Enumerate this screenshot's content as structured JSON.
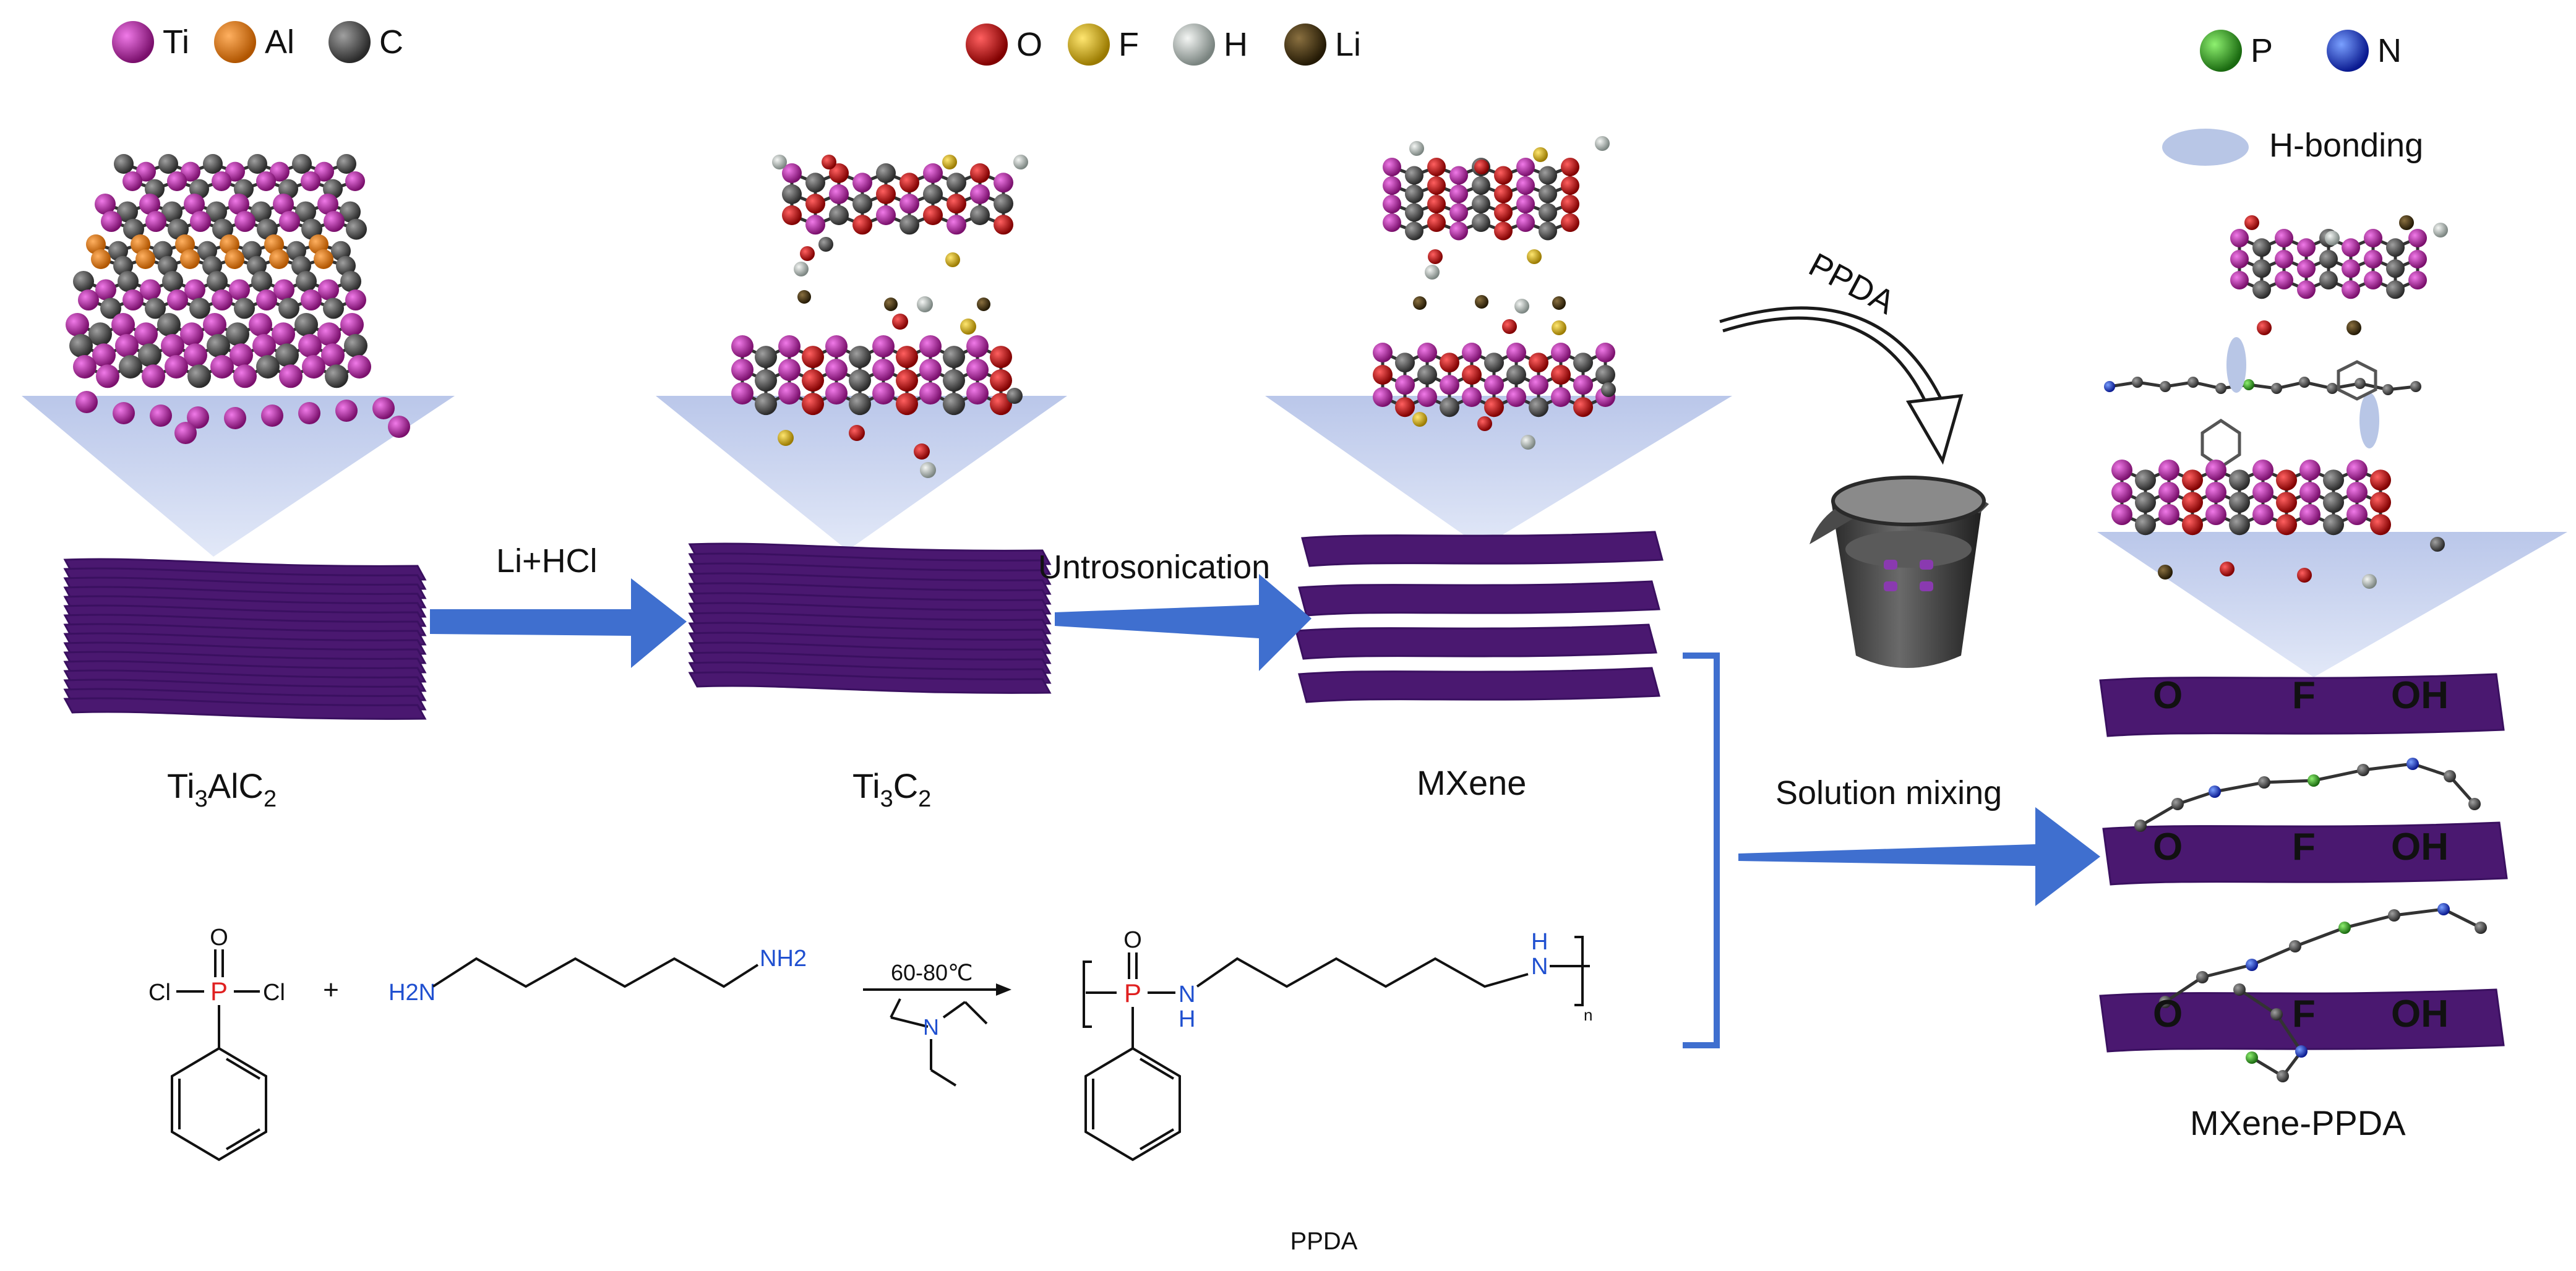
{
  "legend": {
    "group1": [
      {
        "symbol": "Ti",
        "color": "#a0208f"
      },
      {
        "symbol": "Al",
        "color": "#e07810"
      },
      {
        "symbol": "C",
        "color": "#555555"
      }
    ],
    "group2": [
      {
        "symbol": "O",
        "color": "#c01010"
      },
      {
        "symbol": "F",
        "color": "#d8b020"
      },
      {
        "symbol": "H",
        "color": "#b8c0bc"
      },
      {
        "symbol": "Li",
        "color": "#4a3a12"
      }
    ],
    "group3": [
      {
        "symbol": "P",
        "color": "#40a030"
      },
      {
        "symbol": "N",
        "color": "#2040c8"
      }
    ],
    "hbond": {
      "label": "H-bonding",
      "color": "#b8c6e6"
    }
  },
  "stages": {
    "ti3alc2": {
      "base": "Ti",
      "sub1": "3",
      "mid": "AlC",
      "sub2": "2"
    },
    "ti3c2": {
      "base": "Ti",
      "sub1": "3",
      "mid": "C",
      "sub2": "2"
    },
    "mxene": {
      "label": "MXene"
    },
    "mxene_ppda": {
      "label": "MXene-PPDA"
    }
  },
  "arrows": {
    "step1": "Li+HCl",
    "step2": "Untrosonication",
    "ppda_curve": "PPDA",
    "mixing": "Solution mixing"
  },
  "surface_groups": [
    "O",
    "F",
    "OH"
  ],
  "reaction": {
    "reactant1": {
      "p": "P",
      "o": "O",
      "cl_left": "Cl",
      "cl_right": "Cl"
    },
    "plus": "+",
    "reactant2": {
      "amine_left": "H2N",
      "amine_right": "NH2"
    },
    "condition": "60-80℃",
    "product": {
      "p": "P",
      "o": "O",
      "nh_left": "N",
      "h_left": "H",
      "nh_right": "N",
      "h_right": "H",
      "repeat": "n"
    },
    "caption": "PPDA"
  },
  "colors": {
    "sheet": "#4a1870",
    "sheet_edge": "#3a1060",
    "arrow": "#3f6fcf",
    "beam": "#c9d4ef",
    "label_green": "#e6e21a",
    "phosphorus": "#e02020",
    "nitrogen": "#2050d0"
  }
}
